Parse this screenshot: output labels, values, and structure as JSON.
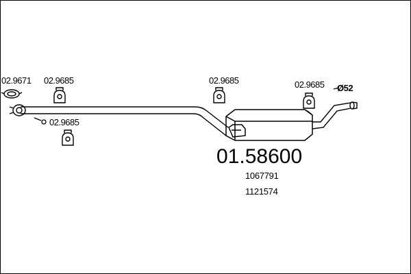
{
  "diagram": {
    "part_labels": {
      "clamp_left": "02.9671",
      "hanger_1": "02.9685",
      "hanger_2": "02.9685",
      "hanger_mid": "02.9685",
      "hanger_right": "02.9685",
      "tail_size": "Ø52"
    },
    "main_number": "01.58600",
    "oe_references": [
      "1067791",
      "1121574"
    ]
  }
}
